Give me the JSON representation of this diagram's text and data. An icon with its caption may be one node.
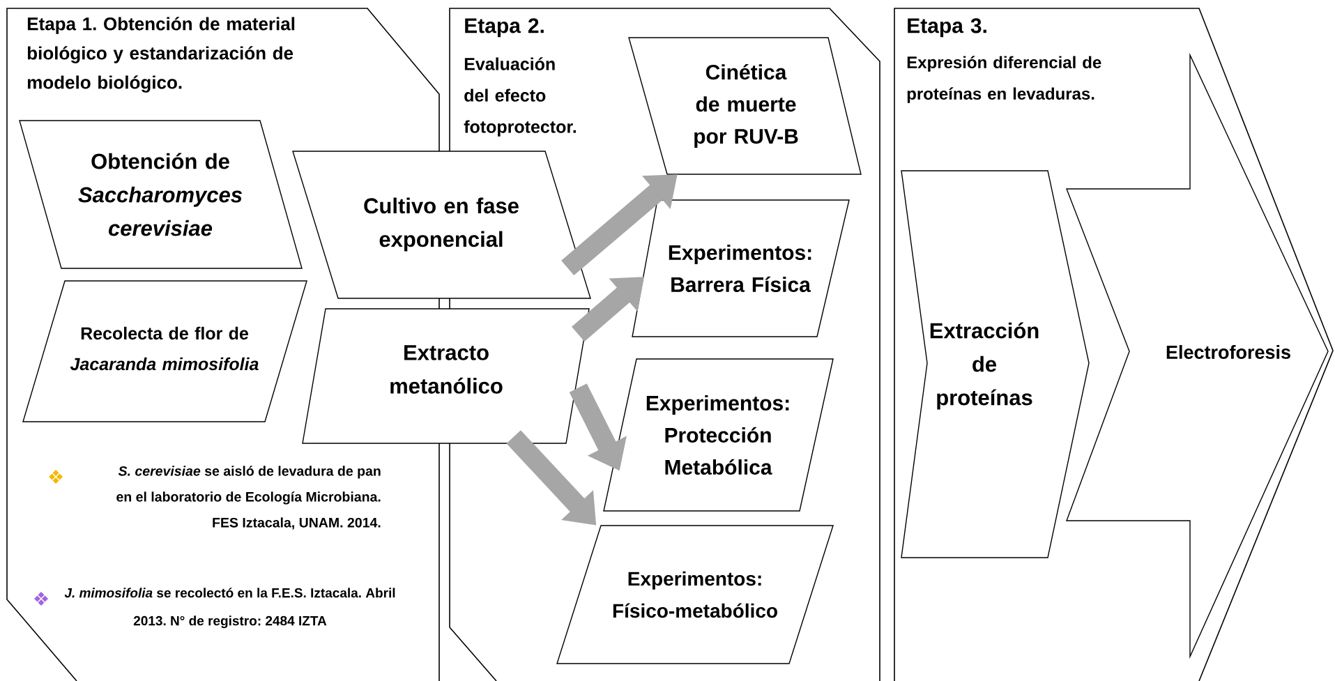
{
  "diagram": {
    "nodes": [
      {
        "text": [
          "Etapa 1. Obtención de material biológico y estandarización de modelo biológico."
        ]
      },
      {
        "text": [
          "Etapa 2.",
          "Evaluación del efecto fotoprotector."
        ]
      },
      {
        "text": [
          "Etapa 3.",
          "Expresión diferencial de proteínas en levaduras."
        ]
      },
      {
        "text": [
          "Obtención de *Saccharomyces cerevisiae*"
        ],
        "in": 0
      },
      {
        "text": [
          "Recolecta de flor de *Jacaranda mimosifolia*"
        ],
        "in": 0
      },
      {
        "text": [
          "Cultivo en fase exponencial"
        ]
      },
      {
        "text": [
          "Extracto metanólico"
        ]
      },
      {
        "text": [
          "Cinética de muerte por RUV-B"
        ],
        "in": 1
      },
      {
        "text": [
          "Experimentos: Barrera Física"
        ],
        "in": 1
      },
      {
        "text": [
          "Experimentos: Protección Metabólica"
        ],
        "in": 1
      },
      {
        "text": [
          "Experimentos: Físico-metabólico"
        ],
        "in": 1
      },
      {
        "text": [
          "Extracción de proteínas"
        ],
        "in": 2
      },
      {
        "text": [
          "Electroforesis"
        ],
        "in": 2
      }
    ],
    "edges": [
      {
        "from": 5,
        "to": 7,
        "arrow": "to"
      },
      {
        "from": 6,
        "to": 8,
        "arrow": "to"
      },
      {
        "from": 6,
        "to": 9,
        "arrow": "to"
      },
      {
        "from": 6,
        "to": 10,
        "arrow": "to"
      }
    ],
    "labels": [
      "*S. cerevisiae* se aisló de levadura de pan en el laboratorio de Ecología Microbiana. FES Iztacala, UNAM. 2014.",
      "*J. mimosifolia* se recolectó en la F.E.S. Iztacala. Abril 2013. N° de registro: 2484 IZTA"
    ]
  }
}
